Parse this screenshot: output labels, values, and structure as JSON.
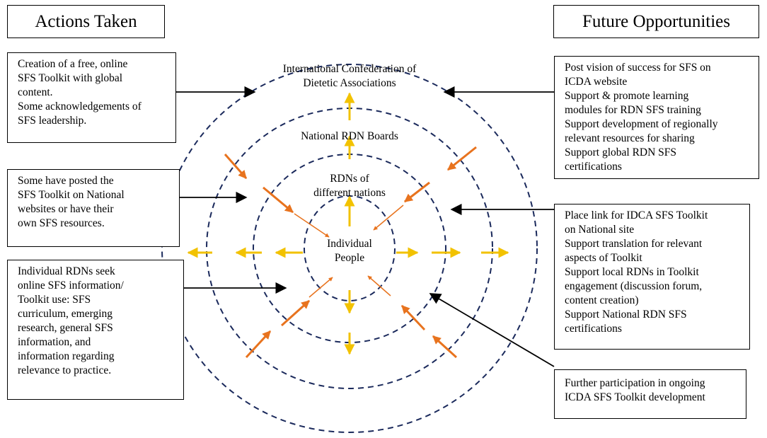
{
  "headers": {
    "left": "Actions Taken",
    "right": "Future Opportunities"
  },
  "actions": [
    {
      "id": "action-international",
      "lines": [
        "Creation of a free, online",
        "SFS Toolkit with global",
        "content.",
        "Some acknowledgements of",
        "SFS leadership."
      ]
    },
    {
      "id": "action-national",
      "lines": [
        "Some have posted the",
        "SFS Toolkit on National",
        "websites or have their",
        "own SFS resources."
      ]
    },
    {
      "id": "action-individual",
      "lines": [
        "Individual RDNs seek",
        "online SFS information/",
        "Toolkit use: SFS",
        "curriculum, emerging",
        "research, general SFS",
        "information, and",
        "information regarding",
        "relevance to practice."
      ]
    }
  ],
  "opportunities": [
    {
      "id": "opportunity-international",
      "lines": [
        "Post vision of success for SFS on",
        "ICDA website",
        "Support & promote learning",
        "modules for RDN SFS training",
        "Support development of regionally",
        "relevant resources for sharing",
        "Support global RDN SFS",
        "certifications"
      ]
    },
    {
      "id": "opportunity-national",
      "lines": [
        "Place link for IDCA SFS Toolkit",
        "on National site",
        "Support translation for relevant",
        "aspects of Toolkit",
        "Support local RDNs in Toolkit",
        "engagement (discussion forum,",
        "content creation)",
        "Support National RDN SFS",
        "certifications"
      ]
    },
    {
      "id": "opportunity-toolkit",
      "lines": [
        "Further participation in ongoing",
        "ICDA SFS Toolkit development"
      ]
    }
  ],
  "circles": {
    "outer": [
      "International Confederation of",
      "Dietetic Associations"
    ],
    "second": [
      "National RDN Boards"
    ],
    "third": [
      "RDNs of",
      "different nations"
    ],
    "inner": [
      "Individual",
      "People"
    ]
  },
  "colors": {
    "ring": "#1b2a5c",
    "outward_arrow": "#f2c200",
    "inward_arrow": "#e8731e",
    "connector": "#000000"
  }
}
